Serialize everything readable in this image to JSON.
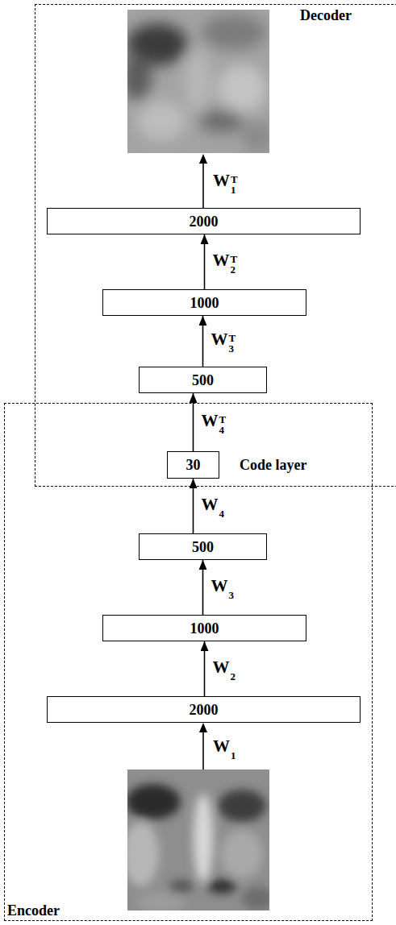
{
  "diagram": {
    "nodes": [
      {
        "text": [
          "Decoder"
        ]
      },
      {
        "text": [
          "2000"
        ],
        "in": 0
      },
      {
        "text": [
          "1000"
        ],
        "in": 0
      },
      {
        "text": [
          "500"
        ],
        "in": 0
      },
      {
        "text": [
          "Encoder"
        ]
      },
      {
        "text": [
          "30",
          "Code layer"
        ],
        "in": 4
      },
      {
        "text": [
          "500"
        ],
        "in": 4
      },
      {
        "text": [
          "1000"
        ],
        "in": 4
      },
      {
        "text": [
          "2000"
        ],
        "in": 4
      }
    ],
    "edges": [
      {
        "from": 8,
        "to": 7,
        "arrow": "to",
        "label": "W2"
      },
      {
        "from": 7,
        "to": 6,
        "arrow": "to",
        "label": "W3"
      },
      {
        "from": 6,
        "to": 5,
        "arrow": "to",
        "label": "W4"
      },
      {
        "from": 5,
        "to": 3,
        "arrow": "to",
        "label": "W4T"
      },
      {
        "from": 3,
        "to": 2,
        "arrow": "to",
        "label": "W3T"
      },
      {
        "from": 2,
        "to": 1,
        "arrow": "to",
        "label": "W2T"
      }
    ],
    "labels": [
      "W1T",
      "W1"
    ]
  }
}
